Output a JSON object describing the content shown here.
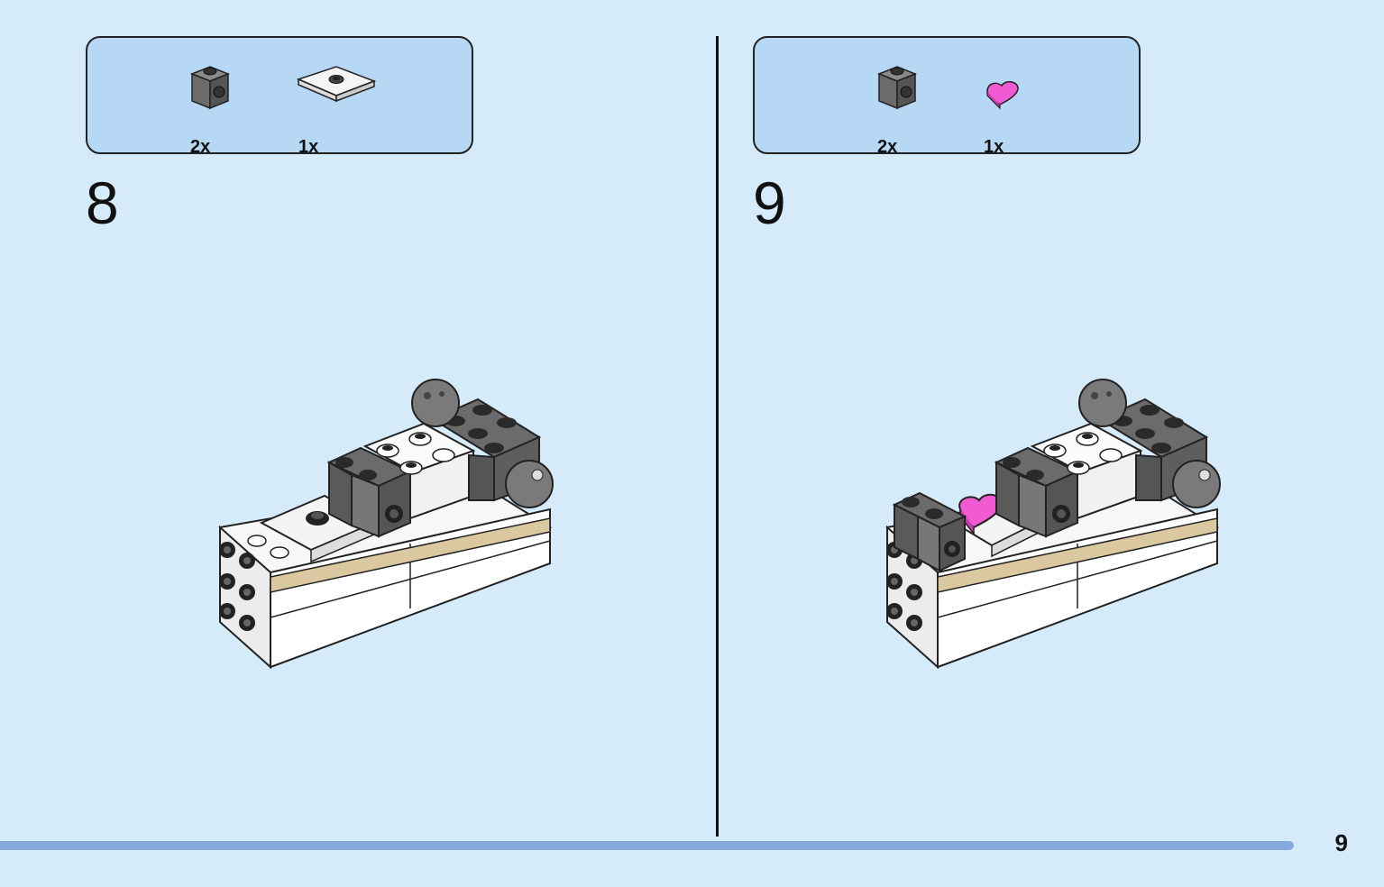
{
  "steps": [
    {
      "number": "8",
      "parts": [
        {
          "icon": "dark-gray-brick-1x1-with-side-stud-icon",
          "count": "2x"
        },
        {
          "icon": "white-plate-2x2-with-center-stud-icon",
          "count": "1x"
        }
      ],
      "model_icon": "assembled-white-vehicle-model-step-8"
    },
    {
      "number": "9",
      "parts": [
        {
          "icon": "dark-gray-brick-1x1-with-side-stud-icon",
          "count": "2x"
        },
        {
          "icon": "pink-heart-tile-icon",
          "count": "1x"
        }
      ],
      "model_icon": "assembled-white-vehicle-model-step-9"
    }
  ],
  "page_number": "9",
  "progress": 1.0,
  "colors": {
    "background": "#d6ebfa",
    "parts_box": "#b6d8f5",
    "progress_fill": "#86a8dc",
    "dark_gray_brick": "#6b6b6b",
    "tan": "#d9c8a0",
    "pink": "#f05ad2"
  }
}
